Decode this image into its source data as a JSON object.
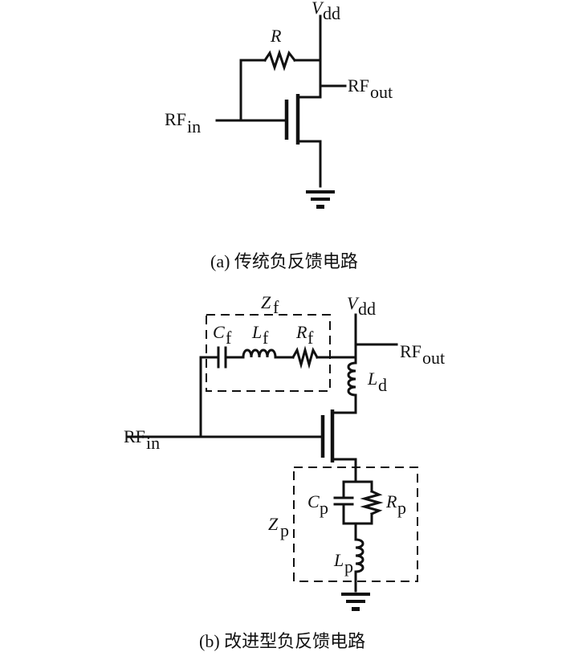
{
  "circuit_a": {
    "vdd_label": "V",
    "vdd_sub": "dd",
    "r_label": "R",
    "rf_out_main": "RF",
    "rf_out_sub": "out",
    "rf_in_main": "RF",
    "rf_in_sub": "in",
    "caption": "(a) 传统负反馈电路"
  },
  "circuit_b": {
    "zf_main": "Z",
    "zf_sub": "f",
    "vdd_label": "V",
    "vdd_sub": "dd",
    "cf_main": "C",
    "cf_sub": "f",
    "lf_main": "L",
    "lf_sub": "f",
    "rf_main": "R",
    "rf_sub": "f",
    "rf_out_main": "RF",
    "rf_out_sub": "out",
    "ld_main": "L",
    "ld_sub": "d",
    "rf_in_main": "RF",
    "rf_in_sub": "in",
    "cp_main": "C",
    "cp_sub": "p",
    "rp_main": "R",
    "rp_sub": "p",
    "zp_main": "Z",
    "zp_sub": "p",
    "lp_main": "L",
    "lp_sub": "p",
    "caption": "(b) 改进型负反馈电路"
  }
}
